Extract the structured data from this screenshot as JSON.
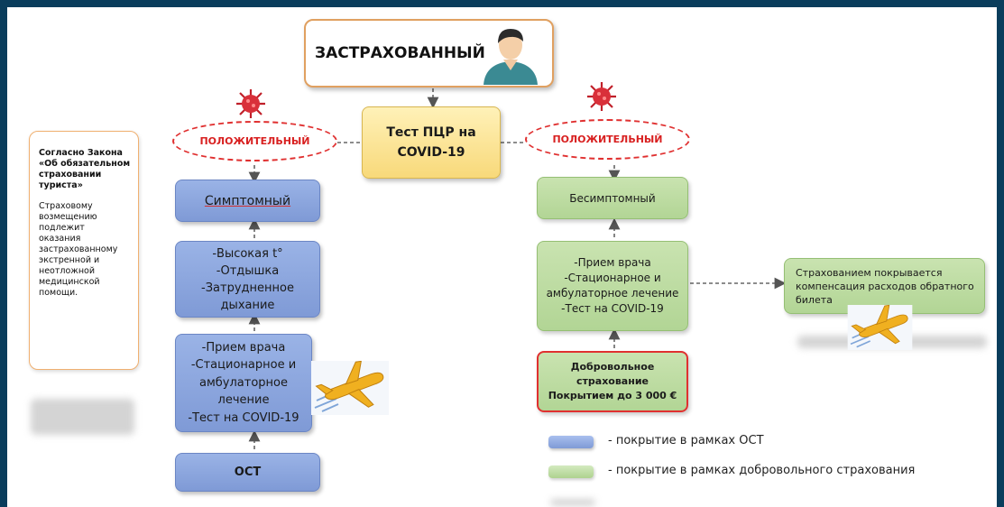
{
  "insured": {
    "label": "ЗАСТРАХОВАННЫЙ"
  },
  "test": {
    "label_line1": "Тест ПЦР на",
    "label_line2": "COVID-19"
  },
  "positive_left": {
    "label": "ПОЛОЖИТЕЛЬНЫЙ"
  },
  "positive_right": {
    "label": "ПОЛОЖИТЕЛЬНЫЙ"
  },
  "law_box": {
    "title_lines": [
      "Согласно Закона",
      "«Об обязательном",
      "страховании",
      "туриста»"
    ],
    "body_lines": [
      "Страховому",
      "возмещению",
      "подлежит",
      "оказания",
      "застрахованному",
      "экстренной и",
      "неотложной",
      "медицинской",
      "помощи."
    ]
  },
  "symptomatic": {
    "label": "Симптомный"
  },
  "symptoms": {
    "lines": [
      "-Высокая t°",
      "-Отдышка",
      "-Затрудненное",
      "дыхание"
    ]
  },
  "left_care": {
    "lines": [
      "-Прием врача",
      "-Стационарное и",
      "амбулаторное",
      "лечение",
      "-Тест на COVID-19"
    ]
  },
  "ost": {
    "label": "ОСТ"
  },
  "asymptomatic": {
    "label": "Бесимптомный"
  },
  "right_care": {
    "lines": [
      "-Прием врача",
      "-Стационарное и",
      "амбулаторное лечение",
      "-Тест на COVID-19"
    ]
  },
  "voluntary": {
    "lines": [
      "Добровольное",
      "страхование",
      "Покрытием до 3 000 €"
    ]
  },
  "ticket": {
    "lines": [
      "Страхованием покрывается",
      "компенсация расходов обратного",
      "билета"
    ]
  },
  "legend": {
    "items": [
      {
        "label": "- покрытие в рамках ОСТ",
        "color": "#8aa4de"
      },
      {
        "label": "- покрытие в рамках добровольного страхования",
        "color": "#b9d99d"
      }
    ]
  },
  "colors": {
    "blue": "#8aa4de",
    "green": "#b9d99d",
    "yellow": "#fde69a",
    "red": "#e03030",
    "frame": "#0a3d5c"
  },
  "icons": [
    "person-icon",
    "virus-icon",
    "airplane-icon"
  ]
}
